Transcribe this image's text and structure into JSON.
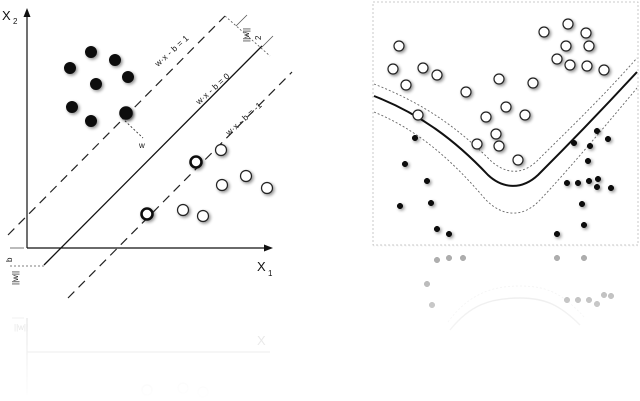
{
  "left_panel": {
    "x_axis_label": "X",
    "x_axis_sub": "1",
    "y_axis_label": "X",
    "y_axis_sub": "2",
    "upper_margin_eq": "w·x - b = 1",
    "hyperplane_eq": "w·x - b = 0",
    "lower_margin_eq": "w·x - b = -1",
    "margin_width_num": "2",
    "margin_width_den": "||w||",
    "offset_num": "b",
    "offset_den": "||w||",
    "normal_vector_label": "w",
    "black_points": [
      [
        70,
        68
      ],
      [
        91,
        52
      ],
      [
        115,
        60
      ],
      [
        128,
        77
      ],
      [
        96,
        84
      ],
      [
        72,
        107
      ],
      [
        91,
        121
      ],
      [
        126,
        113
      ]
    ],
    "white_points": [
      [
        221,
        150
      ],
      [
        246,
        176
      ],
      [
        222,
        185
      ],
      [
        267,
        188
      ],
      [
        183,
        210
      ],
      [
        203,
        216
      ]
    ],
    "support_vectors": [
      [
        126,
        113,
        "black"
      ],
      [
        196,
        162,
        "white"
      ],
      [
        147,
        214,
        "white"
      ]
    ]
  },
  "right_panel": {
    "white_points": [
      [
        399,
        46
      ],
      [
        393,
        69
      ],
      [
        406,
        85
      ],
      [
        423,
        68
      ],
      [
        437,
        75
      ],
      [
        418,
        115
      ],
      [
        466,
        92
      ],
      [
        499,
        79
      ],
      [
        486,
        117
      ],
      [
        506,
        107
      ],
      [
        533,
        83
      ],
      [
        525,
        115
      ],
      [
        496,
        134
      ],
      [
        477,
        144
      ],
      [
        499,
        146
      ],
      [
        518,
        160
      ],
      [
        544,
        32
      ],
      [
        568,
        24
      ],
      [
        586,
        33
      ],
      [
        566,
        46
      ],
      [
        589,
        46
      ],
      [
        557,
        59
      ],
      [
        570,
        65
      ],
      [
        587,
        66
      ],
      [
        604,
        70
      ]
    ],
    "black_points": [
      [
        415,
        138
      ],
      [
        405,
        164
      ],
      [
        427,
        181
      ],
      [
        431,
        203
      ],
      [
        400,
        206
      ],
      [
        437,
        229
      ],
      [
        449,
        234
      ],
      [
        597,
        131
      ],
      [
        574,
        143
      ],
      [
        590,
        146
      ],
      [
        608,
        139
      ],
      [
        588,
        161
      ],
      [
        567,
        183
      ],
      [
        578,
        183
      ],
      [
        589,
        181
      ],
      [
        598,
        179
      ],
      [
        597,
        187
      ],
      [
        611,
        188
      ],
      [
        582,
        204
      ],
      [
        584,
        225
      ],
      [
        557,
        234
      ]
    ],
    "reflected_points": [
      [
        437,
        260
      ],
      [
        449,
        258
      ],
      [
        463,
        258
      ],
      [
        427,
        284
      ],
      [
        432,
        305
      ],
      [
        557,
        258
      ],
      [
        584,
        258
      ],
      [
        567,
        300
      ],
      [
        578,
        300
      ],
      [
        589,
        300
      ],
      [
        597,
        304
      ],
      [
        611,
        296
      ],
      [
        604,
        295
      ]
    ]
  }
}
